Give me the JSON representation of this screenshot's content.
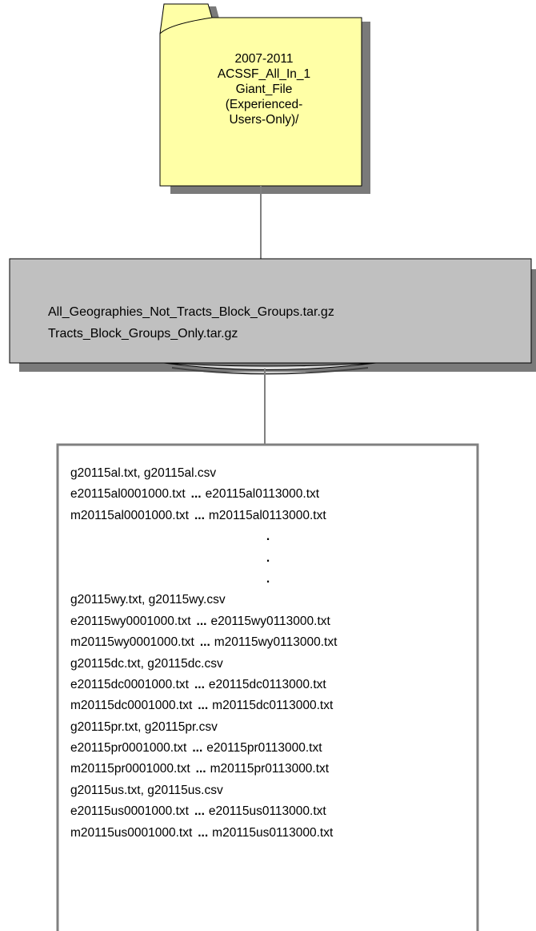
{
  "folder": {
    "lines": [
      "2007-2011",
      "ACSSF_All_In_1",
      "Giant_File",
      "(Experienced-",
      "Users-Only)/"
    ]
  },
  "archive": {
    "files": [
      "All_Geographies_Not_Tracts_Block_Groups.tar.gz",
      "Tracts_Block_Groups_Only.tar.gz"
    ]
  },
  "file_list": {
    "ellipsis": "...",
    "dot": ".",
    "rows": [
      {
        "a": "g20115al.txt, g20115al.csv",
        "b": ""
      },
      {
        "a": "e20115al0001000.txt",
        "b": "e20115al0113000.txt"
      },
      {
        "a": "m20115al0001000.txt",
        "b": "m20115al0113000.txt"
      },
      {
        "a": "g20115wy.txt, g20115wy.csv",
        "b": ""
      },
      {
        "a": "e20115wy0001000.txt",
        "b": "e20115wy0113000.txt"
      },
      {
        "a": "m20115wy0001000.txt",
        "b": "m20115wy0113000.txt"
      },
      {
        "a": "g20115dc.txt, g20115dc.csv",
        "b": ""
      },
      {
        "a": "e20115dc0001000.txt",
        "b": "e20115dc0113000.txt"
      },
      {
        "a": "m20115dc0001000.txt",
        "b": "m20115dc0113000.txt"
      },
      {
        "a": "g20115pr.txt, g20115pr.csv",
        "b": ""
      },
      {
        "a": "e20115pr0001000.txt",
        "b": "e20115pr0113000.txt"
      },
      {
        "a": "m20115pr0001000.txt",
        "b": "m20115pr0113000.txt"
      },
      {
        "a": "g20115us.txt, g20115us.csv",
        "b": ""
      },
      {
        "a": "e20115us0001000.txt",
        "b": "e20115us0113000.txt"
      },
      {
        "a": "m20115us0001000.txt",
        "b": "m20115us0113000.txt"
      }
    ]
  },
  "colors": {
    "folder_fill": "#ffffa6",
    "shadow": "#7a7a7a",
    "archive_fill": "#c0c0c0",
    "line": "#808080"
  }
}
